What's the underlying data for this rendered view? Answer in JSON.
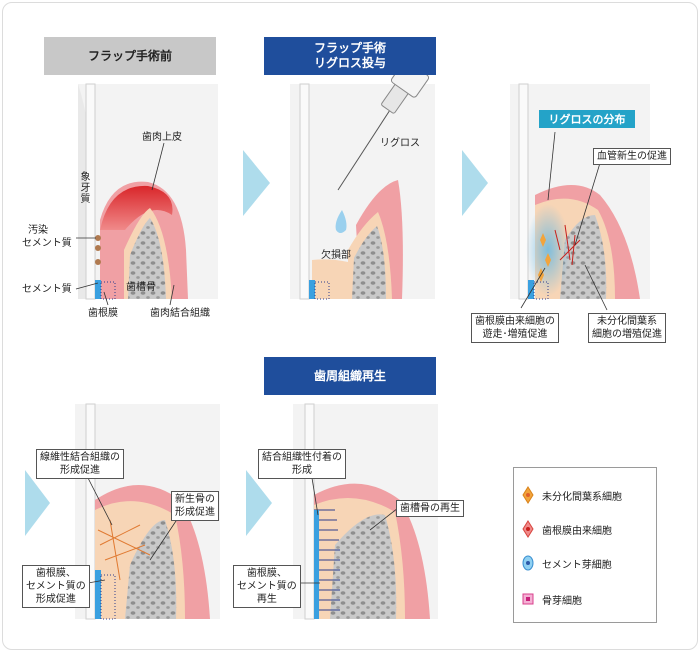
{
  "headers": {
    "before": "フラップ手術前",
    "emdogain_line1": "フラップ手術",
    "emdogain_line2": "リグロス投与",
    "regeneration": "歯周組織再生"
  },
  "panel1": {
    "gingival_epithelium": "歯肉上皮",
    "enamel": "象牙質",
    "contaminated_cementum_1": "汚染",
    "contaminated_cementum_2": "セメント質",
    "cementum": "セメント質",
    "alveolar_bone": "歯槽骨",
    "pdl": "歯根膜",
    "gingival_connective": "歯肉結合組織"
  },
  "panel2": {
    "regroth": "リグロス",
    "defect": "欠損部"
  },
  "panel3": {
    "distribution": "リグロスの分布",
    "angiogenesis": "血管新生の促進",
    "pdl_cells_1": "歯根膜由来細胞の",
    "pdl_cells_2": "遊走･増殖促進",
    "mesenchymal_1": "未分化間葉系",
    "mesenchymal_2": "細胞の増殖促進"
  },
  "panel4": {
    "fibrous_1": "線維性結合組織の",
    "fibrous_2": "形成促進",
    "newbone_1": "新生骨の",
    "newbone_2": "形成促進",
    "pdl_1": "歯根膜、",
    "pdl_2": "セメント質の",
    "pdl_3": "形成促進"
  },
  "panel5": {
    "attach_1": "結合組織性付着の",
    "attach_2": "形成",
    "bone_regen": "歯槽骨の再生",
    "pdl_1": "歯根膜、",
    "pdl_2": "セメント質の",
    "pdl_3": "再生"
  },
  "legend": {
    "mesenchymal": "未分化間葉系細胞",
    "pdl_cell": "歯根膜由来細胞",
    "cementoblast": "セメント芽細胞",
    "osteoblast": "骨芽細胞"
  },
  "colors": {
    "header_blue": "#1f4e9c",
    "header_gray": "#c8c8c8",
    "badge": "#24a3c8",
    "gum": "#f0a0a4",
    "epithelium": "#e23a3a",
    "arrow": "#aedcec"
  }
}
